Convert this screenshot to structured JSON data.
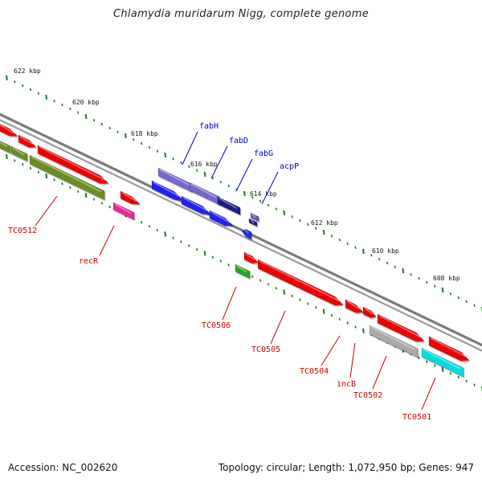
{
  "title": "Chlamydia muridarum Nigg, complete genome",
  "footer": {
    "accession": "Accession: NC_002620",
    "summary": "Topology: circular; Length: 1,072,950 bp; Genes: 947"
  },
  "colors": {
    "backbone": "#7a7a7a",
    "tick": "#1c7a1c",
    "label_red": "#cc0000",
    "label_blue": "#0000cc"
  },
  "ticks": [
    {
      "label": "622 kbp"
    },
    {
      "label": "620 kbp"
    },
    {
      "label": "618 kbp"
    },
    {
      "label": "616 kbp"
    },
    {
      "label": "614 kbp"
    },
    {
      "label": "612 kbp"
    },
    {
      "label": "610 kbp"
    },
    {
      "label": "608 kbp"
    }
  ],
  "genes": [
    {
      "label": "fabH",
      "color": "#7766cc"
    },
    {
      "label": "fabD",
      "color": "#2222ee"
    },
    {
      "label": "fabG",
      "color": "#1a1a88"
    },
    {
      "label": "acpP",
      "color": "#2233dd"
    },
    {
      "label": "TC0512",
      "color": "#6b8e23"
    },
    {
      "label": "recR",
      "color": "#ee2299"
    },
    {
      "label": "TC0506",
      "color": "#22aa22"
    },
    {
      "label": "TC0505",
      "color": "#ee0000"
    },
    {
      "label": "TC0504",
      "color": "#ee0000"
    },
    {
      "label": "incB",
      "color": "#ee0000"
    },
    {
      "label": "TC0502",
      "color": "#aaaaaa"
    },
    {
      "label": "TC0501",
      "color": "#00dddd"
    }
  ]
}
